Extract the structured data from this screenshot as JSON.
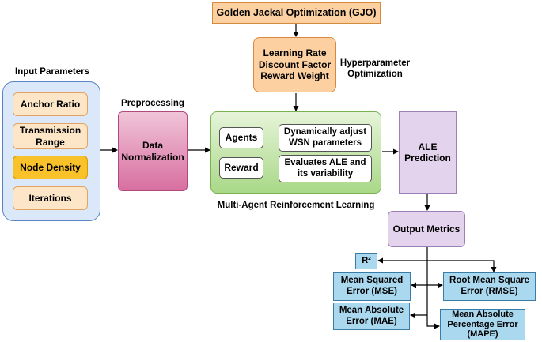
{
  "gjo": {
    "label": "Golden Jackal Optimization (GJO)"
  },
  "hyper": {
    "lines": [
      "Learning Rate",
      "Discount Factor",
      "Reward Weight"
    ],
    "caption": [
      "Hyperparameter",
      "Optimization"
    ]
  },
  "input": {
    "title": "Input Parameters",
    "items": [
      "Anchor Ratio",
      "Transmission Range",
      "Node Density",
      "Iterations"
    ]
  },
  "preprocessing": {
    "caption": "Preprocessing",
    "box": "Data Normalization"
  },
  "marl": {
    "caption": "Multi-Agent Reinforcement Learning",
    "agents": "Agents",
    "agents_desc": "Dynamically adjust WSN parameters",
    "reward": "Reward",
    "reward_desc": "Evaluates ALE and its variability"
  },
  "prediction": {
    "label": "ALE Prediction"
  },
  "metrics": {
    "label": "Output Metrics",
    "r2": "R²",
    "mse": "Mean Squared Error (MSE)",
    "rmse": "Root Mean Square Error (RMSE)",
    "mae": "Mean Absolute Error (MAE)",
    "mape": "Mean Absolute Percentage Error (MAPE)"
  },
  "colors": {
    "orange": "#fcd0a1",
    "blue_panel": "#dbe8fa",
    "item_fill": "#fde6c8",
    "node_density": "#f9c12a",
    "pink": "#d86fa0",
    "green": "#a9d887",
    "lavender": "#e3d3ec",
    "metric_blue": "#a9d8ef"
  }
}
